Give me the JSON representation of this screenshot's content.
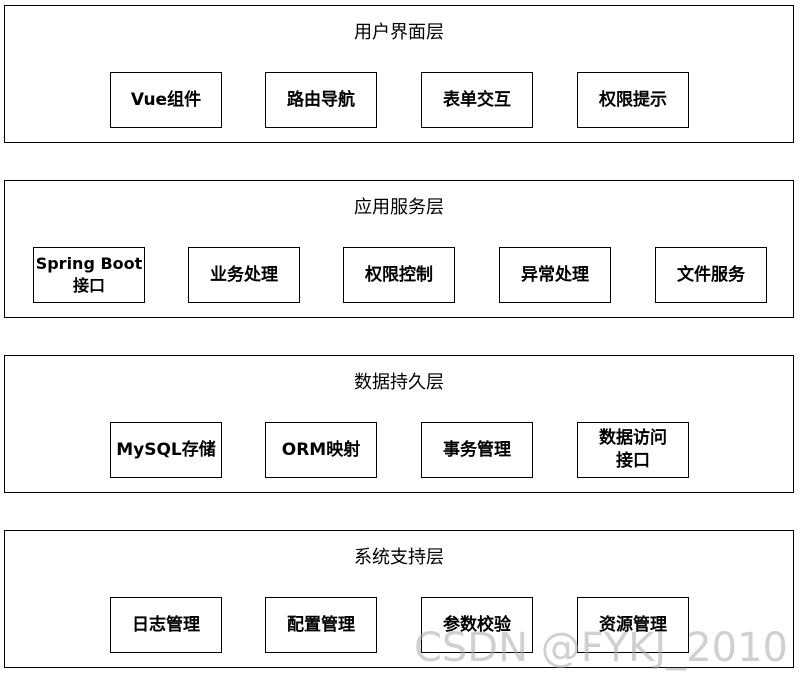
{
  "layers": [
    {
      "title": "用户界面层",
      "components": [
        "Vue组件",
        "路由导航",
        "表单交互",
        "权限提示"
      ]
    },
    {
      "title": "应用服务层",
      "components": [
        "Spring Boot\n接口",
        "业务处理",
        "权限控制",
        "异常处理",
        "文件服务"
      ]
    },
    {
      "title": "数据持久层",
      "components": [
        "MySQL存储",
        "ORM映射",
        "事务管理",
        "数据访问\n接口"
      ]
    },
    {
      "title": "系统支持层",
      "components": [
        "日志管理",
        "配置管理",
        "参数校验",
        "资源管理"
      ]
    }
  ],
  "watermark": "CSDN @FYKJ_2010"
}
